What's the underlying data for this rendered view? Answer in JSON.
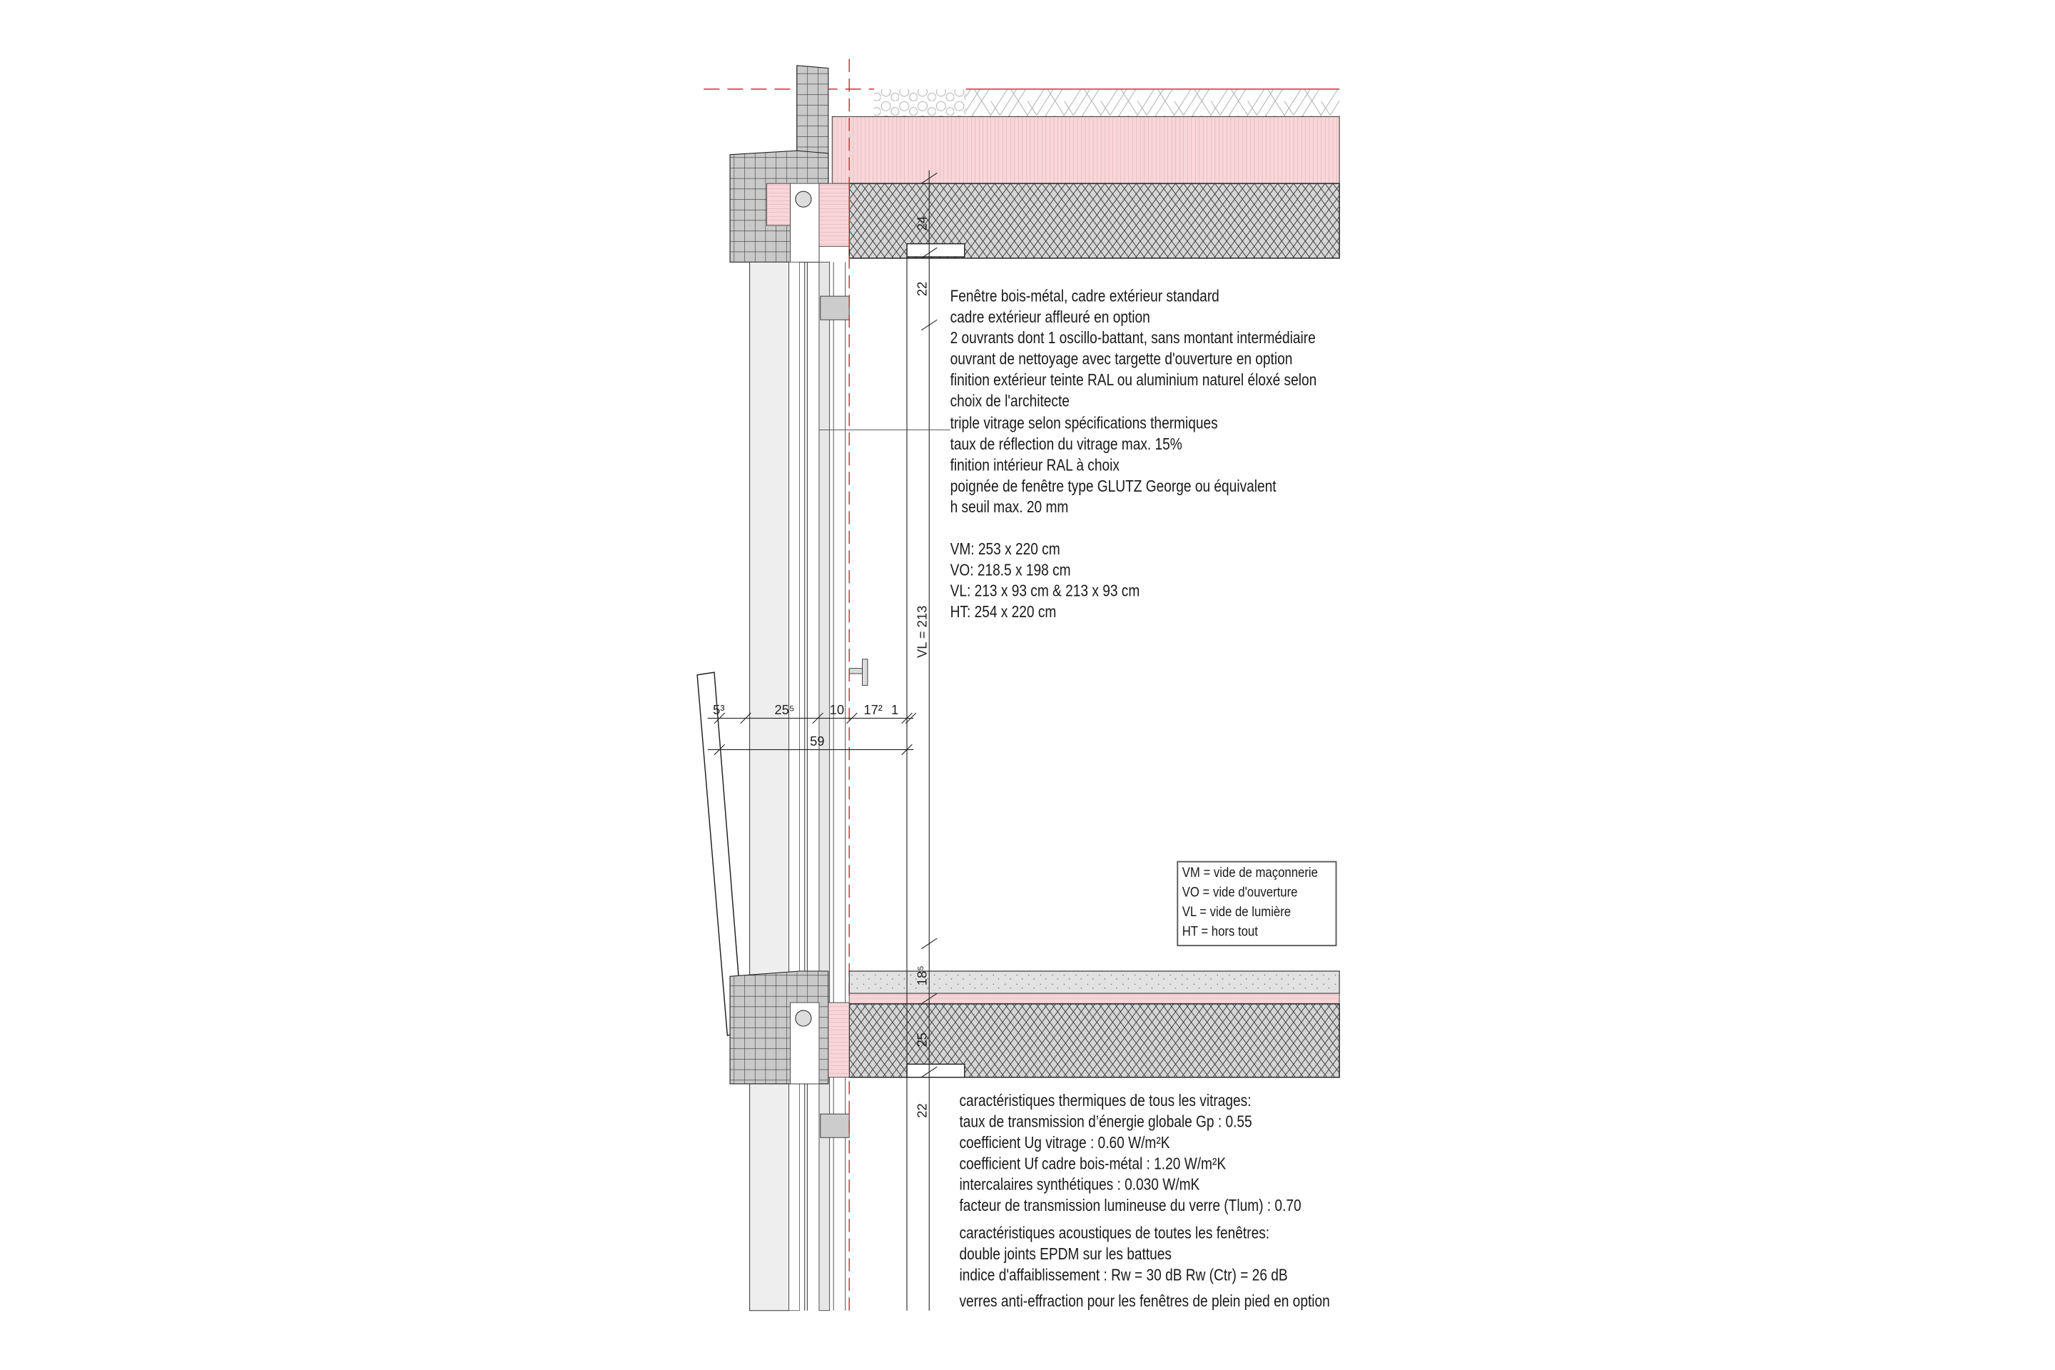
{
  "colors": {
    "insulation_pink": "#f7d5d8",
    "axis_red": "#e0263a",
    "masonry_grey": "#c9c9c9",
    "concrete_grey": "#d4d4d4",
    "line": "#222222"
  },
  "description_notes": [
    "Fenêtre bois-métal, cadre extérieur standard",
    "cadre extérieur affleuré en option",
    "2 ouvrants dont 1 oscillo-battant, sans montant intermédiaire",
    "ouvrant de nettoyage avec targette d'ouverture en option",
    "finition extérieur teinte RAL ou aluminium naturel éloxé selon",
    "choix de l'architecte",
    "triple vitrage selon spécifications thermiques",
    "taux de réflection du vitrage max. 15%",
    "finition intérieur RAL à choix",
    "poignée de fenêtre type GLUTZ George ou équivalent",
    "h seuil max. 20 mm"
  ],
  "dimensions_notes": [
    "VM: 253 x 220 cm",
    "VO: 218.5 x 198 cm",
    "VL: 213 x 93 cm & 213 x 93 cm",
    "HT: 254 x 220 cm"
  ],
  "thermal_notes": [
    "caractéristiques thermiques de tous les vitrages:",
    "taux de transmission d’énergie globale Gp : 0.55",
    "coefficient Ug vitrage : 0.60 W/m²K",
    "coefficient Uf cadre bois-métal : 1.20 W/m²K",
    "intercalaires synthétiques : 0.030 W/mK",
    "facteur de transmission lumineuse du verre (Tlum) : 0.70"
  ],
  "acoustic_notes": [
    "caractéristiques acoustiques de toutes les fenêtres:",
    "double joints EPDM sur les battues",
    "indice d'affaiblissement : Rw = 30 dB  Rw (Ctr) = 26 dB"
  ],
  "security_note": "verres anti-effraction pour les fenêtres de plein pied en option",
  "legend": [
    "VM = vide de maçonnerie",
    "VO = vide d'ouverture",
    "VL = vide de lumière",
    "HT = hors tout"
  ],
  "dimension_labels": {
    "top_slab": "24",
    "top_reveal": "22",
    "vl": "VL = 213",
    "floor_screed": "18⁵",
    "bottom_slab": "25",
    "bottom_reveal": "22",
    "h_blind": "5³",
    "h_shutter": "25⁵",
    "h_frame": "10",
    "h_inner": "17²",
    "h_gap": "1",
    "h_total": "59"
  }
}
